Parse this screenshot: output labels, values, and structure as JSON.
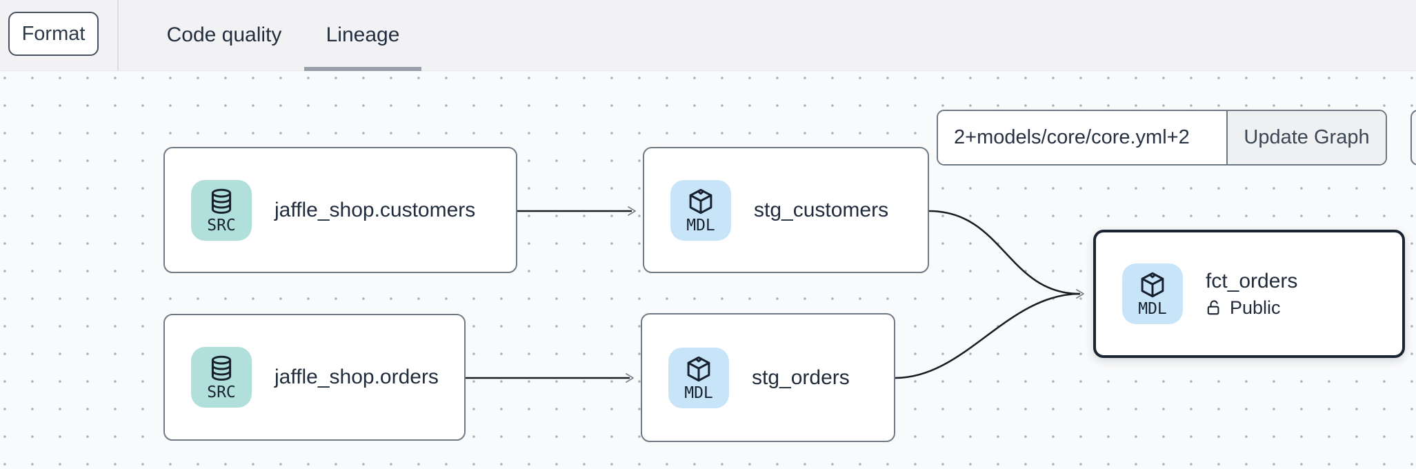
{
  "topbar": {
    "format_button": "Format",
    "tabs": [
      {
        "label": "Code quality",
        "active": false
      },
      {
        "label": "Lineage",
        "active": true
      }
    ]
  },
  "lineage": {
    "selector_input": {
      "value": "2+models/core/core.yml+2"
    },
    "update_button": "Update Graph",
    "nodes": [
      {
        "id": "jaffle_shop.customers",
        "label": "jaffle_shop.customers",
        "badge": "SRC",
        "kind": "source",
        "icon": "database-icon",
        "selected": false
      },
      {
        "id": "stg_customers",
        "label": "stg_customers",
        "badge": "MDL",
        "kind": "model",
        "icon": "package-icon",
        "selected": false
      },
      {
        "id": "jaffle_shop.orders",
        "label": "jaffle_shop.orders",
        "badge": "SRC",
        "kind": "source",
        "icon": "database-icon",
        "selected": false
      },
      {
        "id": "stg_orders",
        "label": "stg_orders",
        "badge": "MDL",
        "kind": "model",
        "icon": "package-icon",
        "selected": false
      },
      {
        "id": "fct_orders",
        "label": "fct_orders",
        "badge": "MDL",
        "kind": "model",
        "icon": "package-icon",
        "selected": true,
        "access": "Public",
        "access_icon": "unlock-icon"
      }
    ],
    "edges": [
      {
        "from": "jaffle_shop.customers",
        "to": "stg_customers"
      },
      {
        "from": "jaffle_shop.orders",
        "to": "stg_orders"
      },
      {
        "from": "stg_customers",
        "to": "fct_orders"
      },
      {
        "from": "stg_orders",
        "to": "fct_orders"
      }
    ]
  },
  "colors": {
    "topbar_bg": "#f2f2f4",
    "canvas_bg": "#f9fafb",
    "source_badge_bg": "#b1dfdb",
    "model_badge_bg": "#c8e4f8",
    "node_border": "#6f7985",
    "selected_node_border": "#1b2432",
    "edge": "#1a1e24",
    "tab_underline": "#99a0a9",
    "text_dark": "#202b3b"
  }
}
